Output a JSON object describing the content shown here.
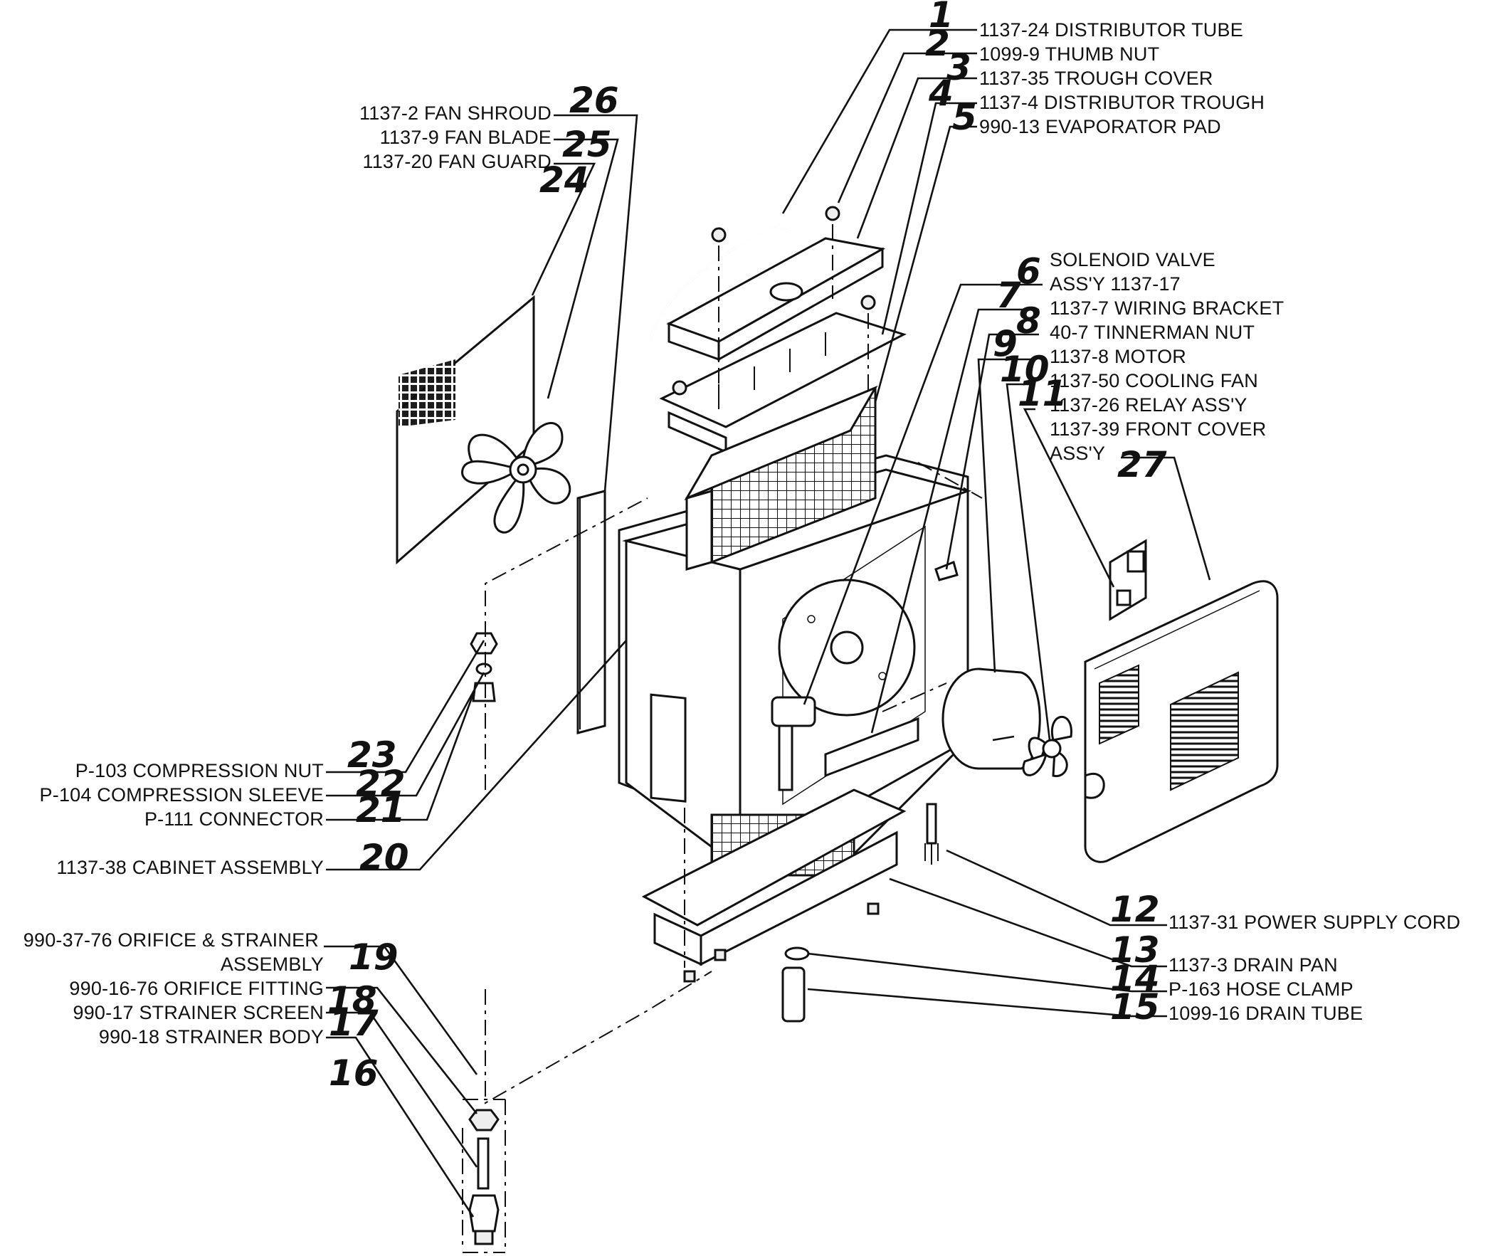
{
  "parts": [
    {
      "num": "1",
      "label": "1137-24 DISTRIBUTOR TUBE"
    },
    {
      "num": "2",
      "label": "1099-9 THUMB NUT"
    },
    {
      "num": "3",
      "label": "1137-35 TROUGH COVER"
    },
    {
      "num": "4",
      "label": "1137-4 DISTRIBUTOR TROUGH"
    },
    {
      "num": "5",
      "label": "990-13 EVAPORATOR PAD"
    },
    {
      "num": "6",
      "label": "SOLENOID VALVE",
      "label2": "ASS'Y 1137-17"
    },
    {
      "num": "7",
      "label": "1137-7 WIRING BRACKET"
    },
    {
      "num": "8",
      "label": "40-7 TINNERMAN NUT"
    },
    {
      "num": "9",
      "label": "1137-8 MOTOR"
    },
    {
      "num": "10",
      "label": "1137-50 COOLING FAN"
    },
    {
      "num": "11",
      "label": "1137-26 RELAY ASS'Y"
    },
    {
      "num": "12",
      "label": "1137-31 POWER SUPPLY CORD"
    },
    {
      "num": "13",
      "label": "1137-3 DRAIN PAN"
    },
    {
      "num": "14",
      "label": "P-163 HOSE CLAMP"
    },
    {
      "num": "15",
      "label": "1099-16 DRAIN TUBE"
    },
    {
      "num": "16",
      "label": "990-18 STRAINER BODY"
    },
    {
      "num": "17",
      "label": "990-17 STRAINER SCREEN"
    },
    {
      "num": "18",
      "label": "990-16-76 ORIFICE FITTING"
    },
    {
      "num": "19",
      "label": "990-37-76 ORIFICE & STRAINER",
      "label2": "ASSEMBLY"
    },
    {
      "num": "20",
      "label": "1137-38 CABINET ASSEMBLY"
    },
    {
      "num": "21",
      "label": "P-111 CONNECTOR"
    },
    {
      "num": "22",
      "label": "P-104 COMPRESSION SLEEVE"
    },
    {
      "num": "23",
      "label": "P-103 COMPRESSION NUT"
    },
    {
      "num": "24",
      "label": "1137-20 FAN GUARD"
    },
    {
      "num": "25",
      "label": "1137-9 FAN BLADE"
    },
    {
      "num": "26",
      "label": "1137-2 FAN SHROUD"
    },
    {
      "num": "27",
      "label": "1137-39 FRONT COVER",
      "label2": "ASS'Y"
    }
  ]
}
